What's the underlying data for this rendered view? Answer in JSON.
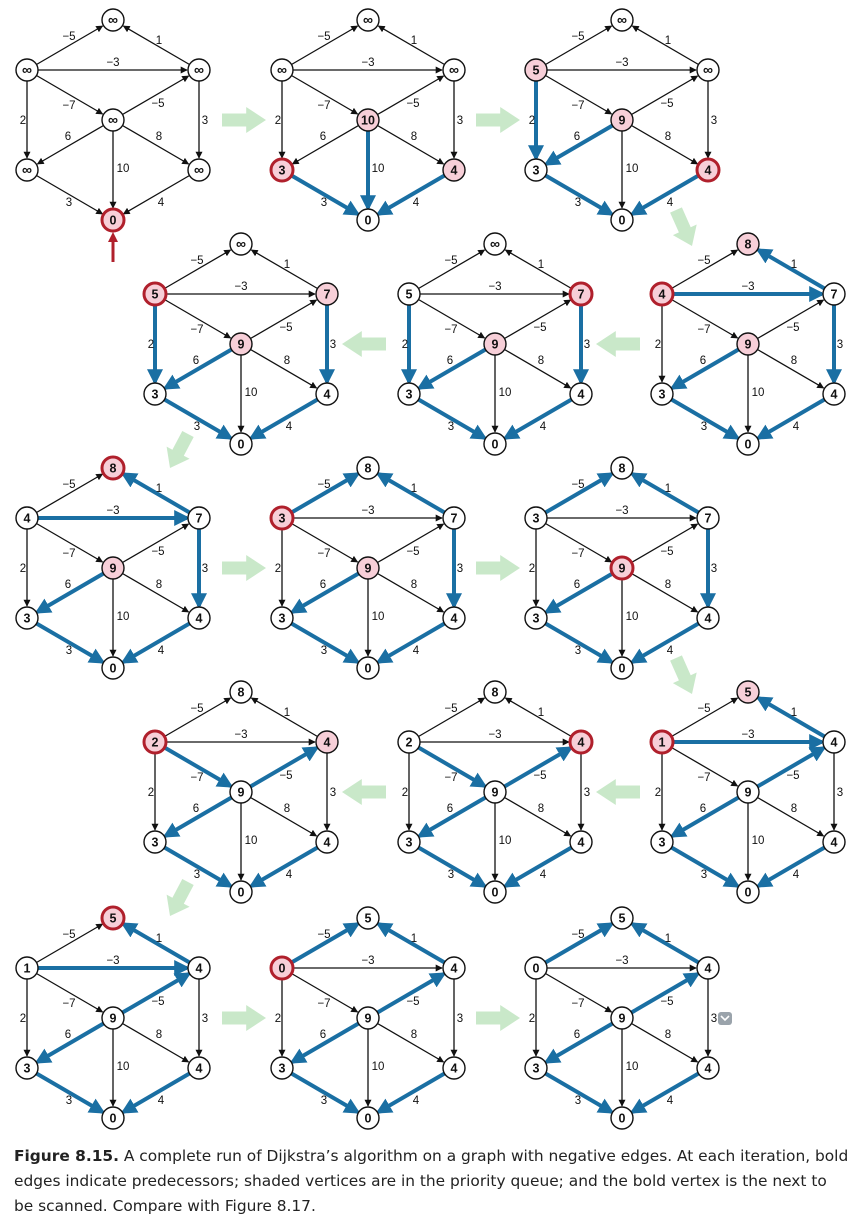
{
  "colors": {
    "tree_edge": "#1a6fa3",
    "shaded_vertex": "#f7cfd8",
    "scanned_ring": "#b0202c",
    "transition_arrow": "#c9e8c9",
    "start_arrow": "#b0202c",
    "edge": "#111111"
  },
  "graph": {
    "edge_weights": [
      "−5",
      "1",
      "−3",
      "−7",
      "−5",
      "2",
      "6",
      "8",
      "3",
      "10",
      "3",
      "4"
    ]
  },
  "panels": [
    {
      "labels": [
        "∞",
        "∞",
        "∞",
        "∞",
        "∞",
        "∞",
        "0"
      ],
      "shaded": [],
      "scanned": 6,
      "tree": [],
      "start_marker": true
    },
    {
      "labels": [
        "∞",
        "∞",
        "∞",
        "10",
        "3",
        "4",
        "0"
      ],
      "shaded": [
        3,
        4,
        5
      ],
      "scanned": 4,
      "tree": [
        9,
        10,
        11
      ]
    },
    {
      "labels": [
        "∞",
        "5",
        "∞",
        "9",
        "3",
        "4",
        "0"
      ],
      "shaded": [
        1,
        3,
        5
      ],
      "scanned": 5,
      "tree": [
        5,
        6,
        10,
        11
      ]
    },
    {
      "labels": [
        "∞",
        "5",
        "7",
        "9",
        "3",
        "4",
        "0"
      ],
      "shaded": [
        1,
        2,
        3
      ],
      "scanned": 1,
      "tree": [
        5,
        6,
        8,
        10,
        11
      ]
    },
    {
      "labels": [
        "∞",
        "5",
        "7",
        "9",
        "3",
        "4",
        "0"
      ],
      "shaded": [
        3
      ],
      "scanned": 2,
      "tree": [
        5,
        6,
        8,
        10,
        11
      ]
    },
    {
      "labels": [
        "8",
        "4",
        "7",
        "9",
        "3",
        "4",
        "0"
      ],
      "shaded": [
        0,
        3
      ],
      "scanned": 1,
      "tree": [
        1,
        2,
        6,
        8,
        10,
        11
      ]
    },
    {
      "labels": [
        "8",
        "4",
        "7",
        "9",
        "3",
        "4",
        "0"
      ],
      "shaded": [
        0,
        3
      ],
      "scanned": 0,
      "tree": [
        1,
        2,
        6,
        8,
        10,
        11
      ]
    },
    {
      "labels": [
        "8",
        "3",
        "7",
        "9",
        "3",
        "4",
        "0"
      ],
      "shaded": [
        3
      ],
      "scanned": 1,
      "tree": [
        0,
        1,
        6,
        8,
        10,
        11
      ]
    },
    {
      "labels": [
        "8",
        "3",
        "7",
        "9",
        "3",
        "4",
        "0"
      ],
      "shaded": [],
      "scanned": 3,
      "tree": [
        0,
        1,
        6,
        8,
        10,
        11
      ]
    },
    {
      "labels": [
        "8",
        "2",
        "4",
        "9",
        "3",
        "4",
        "0"
      ],
      "shaded": [
        2
      ],
      "scanned": 1,
      "tree": [
        3,
        4,
        6,
        10,
        11
      ]
    },
    {
      "labels": [
        "8",
        "2",
        "4",
        "9",
        "3",
        "4",
        "0"
      ],
      "shaded": [],
      "scanned": 2,
      "tree": [
        3,
        4,
        6,
        10,
        11
      ]
    },
    {
      "labels": [
        "5",
        "1",
        "4",
        "9",
        "3",
        "4",
        "0"
      ],
      "shaded": [
        0
      ],
      "scanned": 1,
      "tree": [
        1,
        2,
        4,
        6,
        10,
        11
      ]
    },
    {
      "labels": [
        "5",
        "1",
        "4",
        "9",
        "3",
        "4",
        "0"
      ],
      "shaded": [],
      "scanned": 0,
      "tree": [
        1,
        2,
        4,
        6,
        10,
        11
      ]
    },
    {
      "labels": [
        "5",
        "0",
        "4",
        "9",
        "3",
        "4",
        "0"
      ],
      "shaded": [],
      "scanned": 1,
      "tree": [
        0,
        1,
        4,
        6,
        10,
        11
      ]
    },
    {
      "labels": [
        "5",
        "0",
        "4",
        "9",
        "3",
        "4",
        "0"
      ],
      "shaded": [],
      "scanned": null,
      "tree": [
        0,
        1,
        4,
        6,
        10,
        11
      ]
    }
  ],
  "caption": {
    "figure_label": "Figure 8.15.",
    "text": " A complete run of Dijkstra’s algorithm on a graph with negative edges. At each iteration, bold edges indicate predecessors; shaded vertices are in the priority queue; and the bold vertex is the next to be scanned. Compare with Figure 8.17."
  }
}
